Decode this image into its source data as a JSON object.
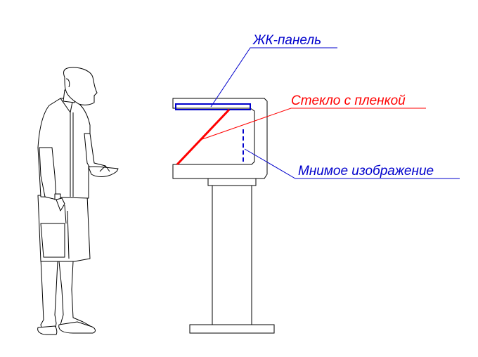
{
  "labels": {
    "lcd_panel": "ЖК-панель",
    "glass_with_film": "Стекло  с пленкой",
    "virtual_image": "Мнимое изображение"
  },
  "colors": {
    "lcd_panel": "#0000cc",
    "glass_with_film": "#ff0000",
    "virtual_image": "#0000cc",
    "outline": "#000000"
  }
}
